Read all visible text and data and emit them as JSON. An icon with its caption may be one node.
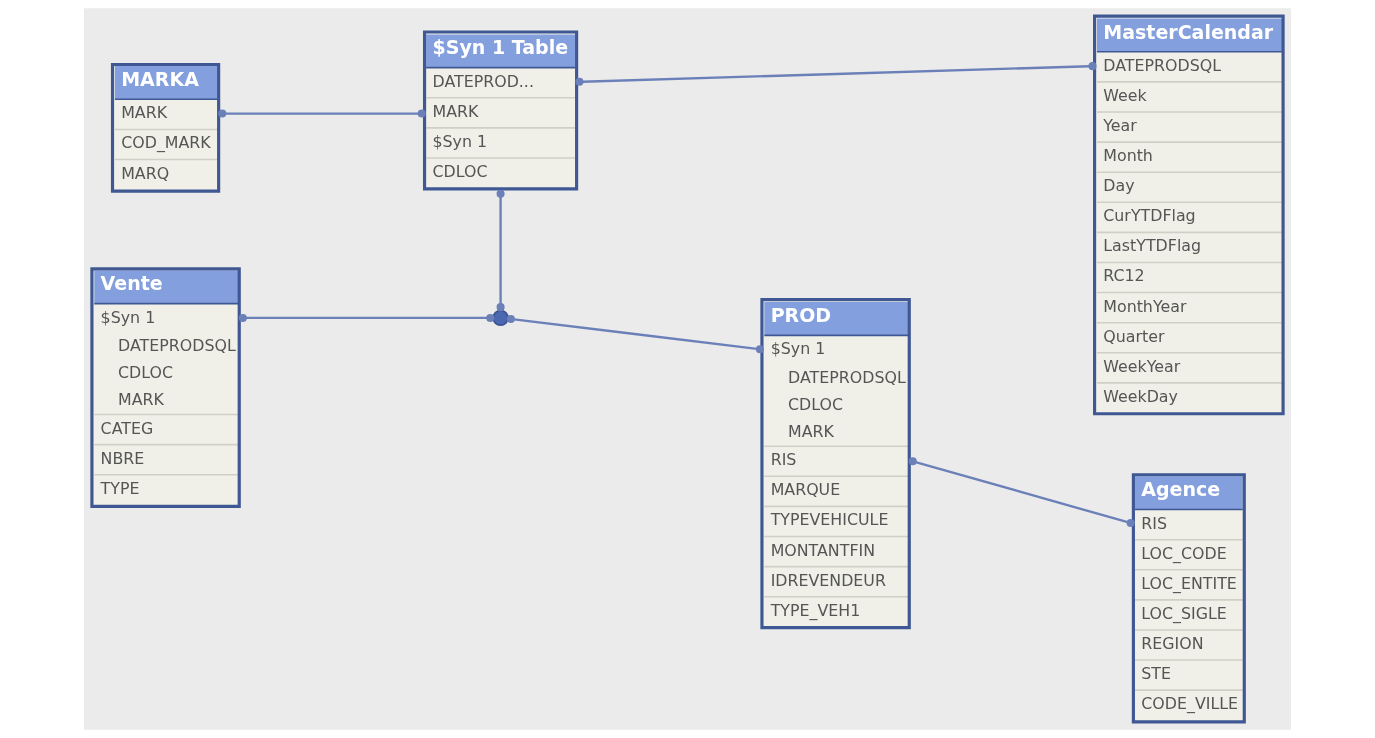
{
  "diagram": {
    "nodes": [
      {
        "text": [
          "$Syn 1 Table",
          "DATEPROD...",
          "MARK",
          "$Syn 1",
          "CDLOC"
        ]
      },
      {
        "text": [
          "MARKA",
          "MARK",
          "COD_MARK",
          "MARQ"
        ]
      },
      {
        "text": [
          "MasterCalendar",
          "DATEPRODSQL",
          "Week",
          "Year",
          "Month",
          "Day",
          "CurYTDFlag",
          "LastYTDFlag",
          "RC12",
          "MonthYear",
          "Quarter",
          "WeekYear",
          "WeekDay"
        ]
      },
      {
        "text": [],
        "shape": "circle"
      },
      {
        "text": [
          "PROD",
          "$Syn 1",
          "DATEPRODSQL",
          "CDLOC",
          "MARK",
          "RIS",
          "MARQUE",
          "TYPEVEHICULE",
          "MONTANTFIN",
          "IDREVENDEUR",
          "TYPE_VEH1"
        ]
      },
      {
        "text": [
          "Vente",
          "$Syn 1",
          "DATEPRODSQL",
          "CDLOC",
          "MARK",
          "CATEG",
          "NBRE",
          "TYPE"
        ]
      },
      {
        "text": [
          "Agence",
          "RIS",
          "LOC_CODE",
          "LOC_ENTITE",
          "LOC_SIGLE",
          "REGION",
          "STE",
          "CODE_VILLE"
        ]
      }
    ],
    "edges": [
      {
        "from": 1,
        "to": 0,
        "arrow": "other"
      },
      {
        "from": 0,
        "to": 2,
        "arrow": "other"
      },
      {
        "from": 0,
        "to": 3,
        "arrow": "other"
      },
      {
        "from": 3,
        "to": 4,
        "arrow": "other"
      },
      {
        "from": 5,
        "to": 3,
        "arrow": "other"
      },
      {
        "from": 4,
        "to": 6,
        "arrow": "other"
      }
    ]
  }
}
